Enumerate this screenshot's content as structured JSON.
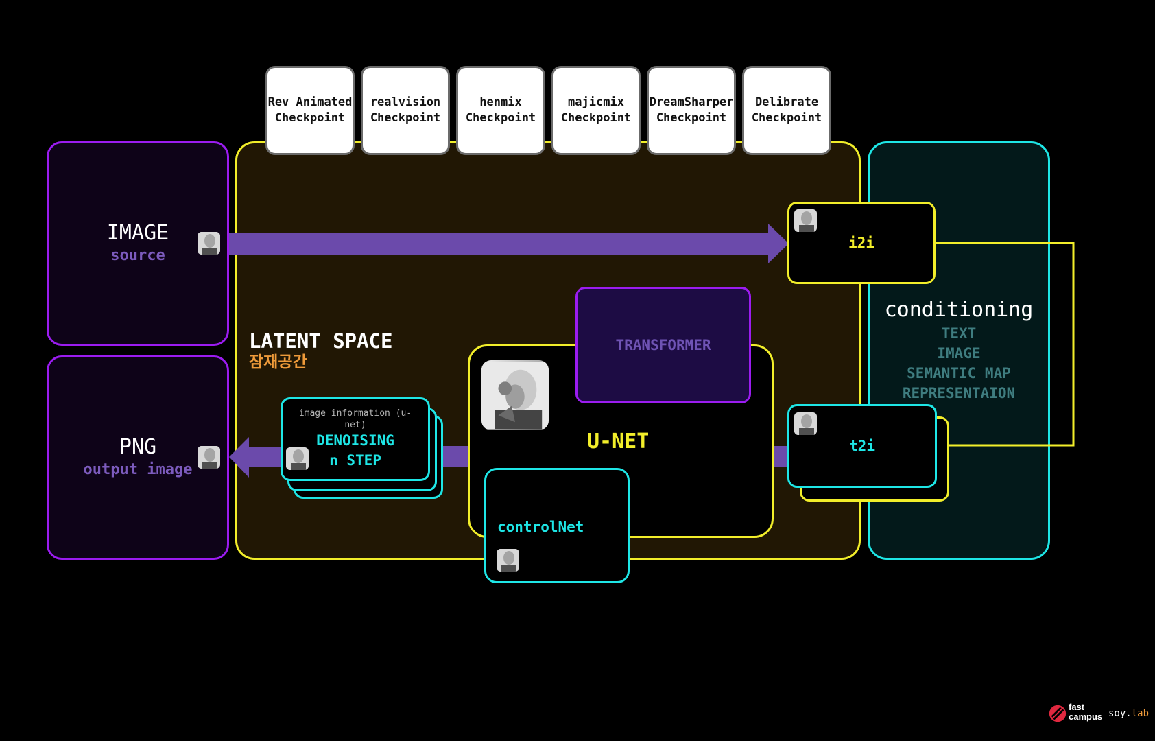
{
  "checkpoints": [
    {
      "name": "Rev Animated",
      "label": "Checkpoint"
    },
    {
      "name": "realvision",
      "label": "Checkpoint"
    },
    {
      "name": "henmix",
      "label": "Checkpoint"
    },
    {
      "name": "majicmix",
      "label": "Checkpoint"
    },
    {
      "name": "DreamSharper",
      "label": "Checkpoint"
    },
    {
      "name": "Delibrate",
      "label": "Checkpoint"
    }
  ],
  "image_source": {
    "title": "IMAGE",
    "subtitle": "source"
  },
  "png_output": {
    "title": "PNG",
    "subtitle": "output image"
  },
  "latent": {
    "title": "LATENT SPACE",
    "subtitle": "잠재공간"
  },
  "denoising": {
    "info": "image information (u-net)",
    "line1": "DENOISING",
    "line2": "n STEP"
  },
  "unet": {
    "label": "U-NET"
  },
  "transformer": {
    "label": "TRANSFORMER"
  },
  "controlnet": {
    "label": "controlNet"
  },
  "i2i": {
    "label": "i2i"
  },
  "t2i": {
    "label": "t2i"
  },
  "conditioning": {
    "title": "conditioning",
    "items": [
      "TEXT",
      "IMAGE",
      "SEMANTIC MAP",
      "REPRESENTAION"
    ]
  },
  "logo": {
    "brand_top": "fast",
    "brand_bottom": "campus",
    "lab_prefix": "soy.",
    "lab_suffix": "lab"
  },
  "colors": {
    "yellow": "#f2ee2a",
    "cyan": "#1ee6e6",
    "purple": "#9b1cf0",
    "arrow": "#6b4aab",
    "orange": "#ee9a3a"
  }
}
